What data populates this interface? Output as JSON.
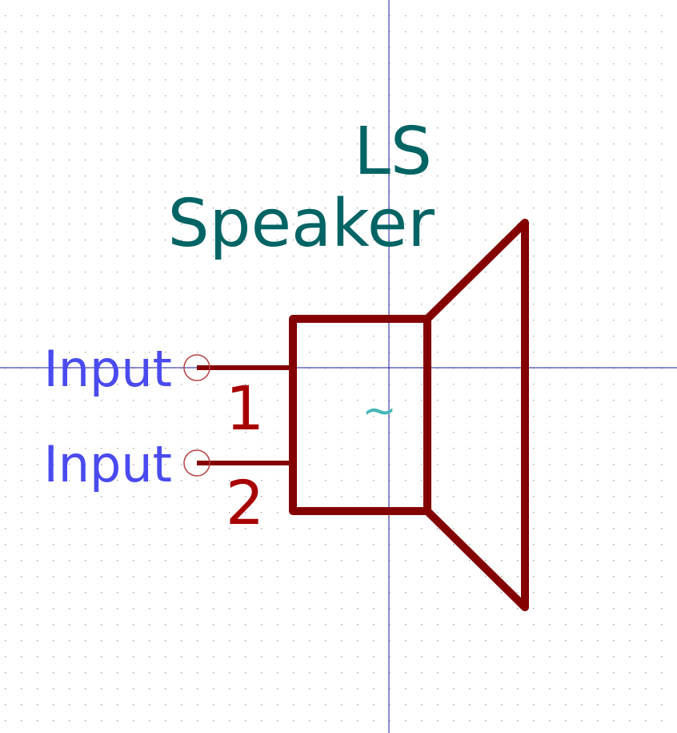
{
  "symbol": {
    "reference": "LS",
    "value": "Speaker",
    "glyph": "~"
  },
  "pins": [
    {
      "number": "1",
      "type_label": "Input"
    },
    {
      "number": "2",
      "type_label": "Input"
    }
  ],
  "colors": {
    "background": "#ffffff",
    "grid_dot": "#9a9a9a",
    "crosshair": "#1a1aa0",
    "body_outline": "#840000",
    "pin_line": "#840000",
    "pin_number": "#a80000",
    "pin_end_circle": "#b84040",
    "field_text": "#006464",
    "pin_type_text": "#4a4af0",
    "glyph": "#48b8b8"
  }
}
